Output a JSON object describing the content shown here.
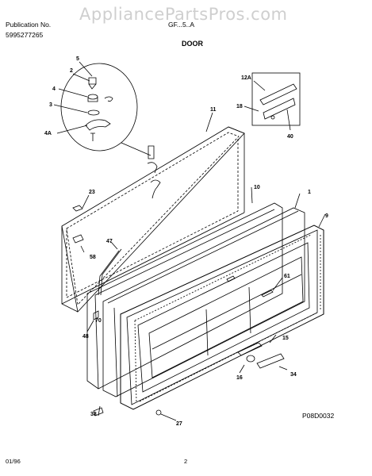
{
  "watermark": "AppliancePartsPros.com",
  "header": {
    "publication_label": "Publication No.",
    "publication_number": "5995277265",
    "model": "GF...5..A",
    "section_title": "DOOR"
  },
  "footer": {
    "date": "01/96",
    "page_number": "2"
  },
  "diagram": {
    "drawing_code": "P08D0032",
    "callouts": [
      "5",
      "2",
      "4",
      "3",
      "4A",
      "11",
      "12A",
      "18",
      "40",
      "23",
      "10",
      "1",
      "9",
      "47",
      "58",
      "61",
      "70",
      "48",
      "15",
      "16",
      "34",
      "38",
      "27"
    ]
  }
}
